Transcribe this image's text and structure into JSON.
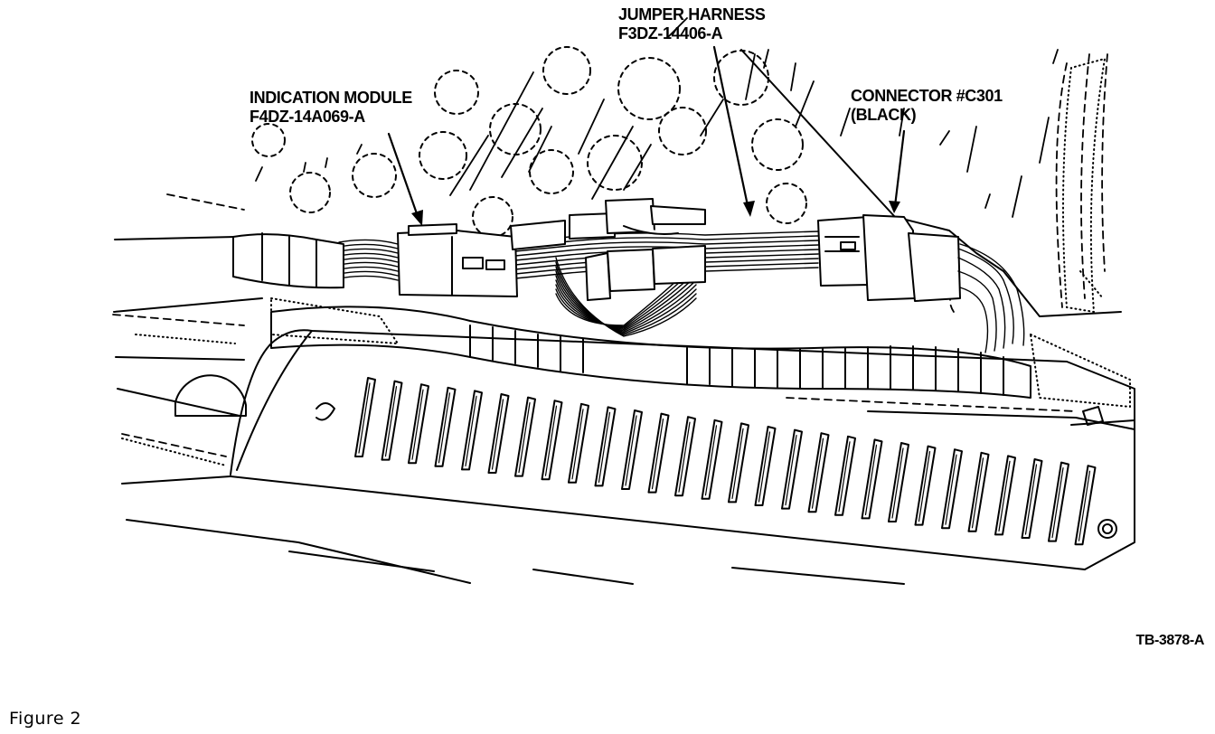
{
  "callouts": {
    "indication_module": {
      "name": "INDICATION MODULE",
      "part": "F4DZ-14A069-A"
    },
    "jumper_harness": {
      "name": "JUMPER HARNESS",
      "part": "F3DZ-14406-A"
    },
    "connector": {
      "name": "CONNECTOR #C301",
      "color": "(BLACK)"
    }
  },
  "illustration_code": "TB-3878-A",
  "figure_caption": "Figure 2"
}
